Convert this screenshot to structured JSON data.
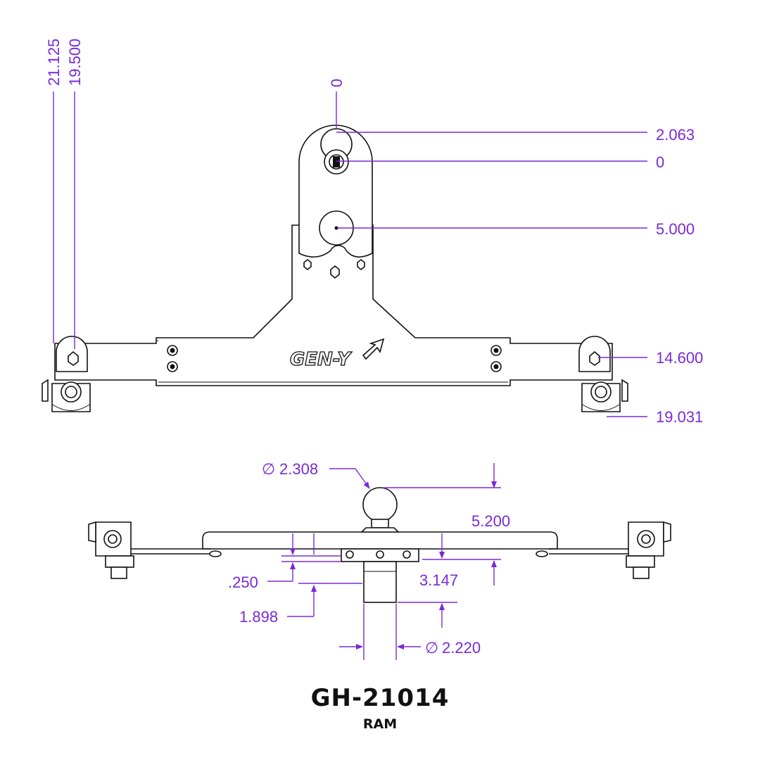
{
  "logo": "GEN-Y",
  "model": "GH-21014",
  "fitment": "RAM",
  "dim_color": "#7a2ad6",
  "dimensions": {
    "left_top": "21.125",
    "left_second": "19.500",
    "top_zero": "0",
    "ball_top": "2.063",
    "ball_zero": "0",
    "ball_center": "5.000",
    "rail_bolt": "14.600",
    "rail_bottom": "19.031",
    "ball_dia": "2.308",
    "ball_height": "5.200",
    "plate": ".250",
    "shank": "3.147",
    "receiver": "1.898",
    "post_dia": "2.220",
    "dia_symbol": "∅"
  }
}
